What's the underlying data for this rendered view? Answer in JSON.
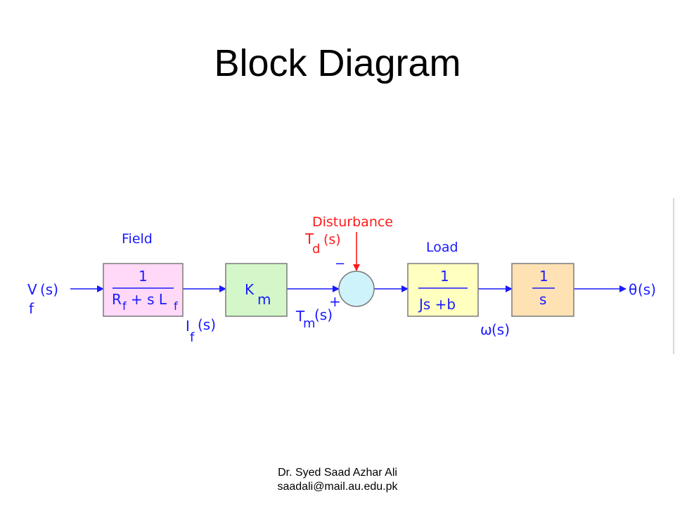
{
  "slide": {
    "title": "Block Diagram",
    "footer": {
      "line1": "Dr. Syed Saad Azhar Ali",
      "line2": "saadali@mail.au.edu.pk"
    }
  },
  "diagram": {
    "labels": {
      "field": "Field",
      "load": "Load",
      "disturbance": "Disturbance"
    },
    "input": {
      "var": "V",
      "sub": "f",
      "arg": "(s)"
    },
    "signal_if": {
      "var": "I",
      "sub": "f",
      "arg": "(s)"
    },
    "signal_tm": {
      "var": "T",
      "sub": "m",
      "arg": "(s)"
    },
    "signal_td": {
      "var": "T",
      "sub": "d",
      "arg": "(s)"
    },
    "signal_omega": {
      "var": "ω",
      "arg": "(s)"
    },
    "output": {
      "var": "θ",
      "arg": "(s)"
    },
    "blocks": {
      "field": {
        "numerator": "1",
        "den_r": "R",
        "den_r_sub": "f",
        "den_mid": "+ s L",
        "den_l_sub": "f",
        "color": "#ffd9f7"
      },
      "gain": {
        "symbol": "K",
        "sub": "m",
        "color": "#d3f7c8"
      },
      "load": {
        "numerator": "1",
        "denominator": "Js +b",
        "color": "#ffffc0"
      },
      "integrator": {
        "numerator": "1",
        "denominator": "s",
        "color": "#ffe2b4"
      }
    },
    "summing": {
      "plus": "+",
      "minus": "−",
      "color": "#cff3fb"
    },
    "colors": {
      "signal": "#1a1aff",
      "disturbance": "#ff1a1a"
    }
  }
}
